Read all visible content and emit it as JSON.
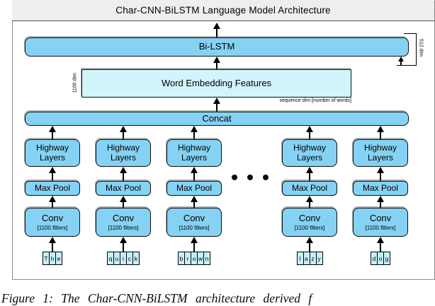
{
  "header": {
    "title": "Char-CNN-BiLSTM Language Model Architecture"
  },
  "diagram": {
    "bilstm": {
      "label": "Bi-LSTM",
      "dim": "512 dim"
    },
    "wef": {
      "label": "Word Embedding Features",
      "dim": "1100 dim",
      "seq": "sequence dim [number of words]"
    },
    "concat": {
      "label": "Concat"
    },
    "labels": {
      "highway1": "Highway",
      "highway2": "Layers",
      "maxpool": "Max Pool",
      "conv": "Conv",
      "conv_sub": "[1100 filters]"
    },
    "columns": [
      {
        "word": "The",
        "chars": [
          "T",
          "h",
          "e"
        ]
      },
      {
        "word": "quick",
        "chars": [
          "q",
          "u",
          "i",
          "c",
          "k"
        ]
      },
      {
        "word": "brown",
        "chars": [
          "b",
          "r",
          "o",
          "w",
          "n"
        ]
      },
      {
        "word": "lazy",
        "chars": [
          "l",
          "a",
          "z",
          "y"
        ]
      },
      {
        "word": "dog",
        "chars": [
          "d",
          "o",
          "g"
        ]
      }
    ]
  },
  "colors": {
    "box_blue": "#85d2f4",
    "pale_cyan": "#d2f4fb",
    "cell_cyan": "#c6f0f8",
    "title_bg": "#eeeeee"
  },
  "caption": {
    "text": "Figure 1:  The Char-CNN-BiLSTM architecture derived f"
  }
}
